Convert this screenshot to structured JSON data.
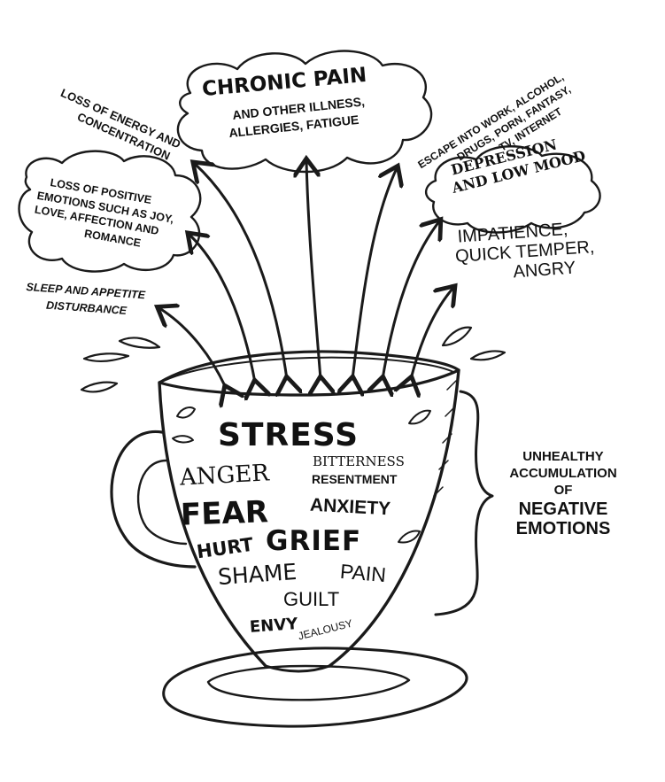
{
  "colors": {
    "ink": "#1a1a1a",
    "paper": "#ffffff"
  },
  "effects": [
    {
      "id": "loss-energy",
      "lines": [
        "LOSS OF ENERGY AND",
        "CONCENTRATION"
      ]
    },
    {
      "id": "chronic-pain",
      "title": "CHRONIC PAIN",
      "lines": [
        "AND OTHER ILLNESS,",
        "ALLERGIES, FATIGUE"
      ]
    },
    {
      "id": "escape",
      "lines": [
        "ESCAPE INTO WORK, ALCOHOL,",
        "DRUGS, PORN, FANTASY,",
        "TV, INTERNET"
      ]
    },
    {
      "id": "loss-positive",
      "lines": [
        "LOSS OF POSITIVE",
        "EMOTIONS SUCH AS JOY,",
        "LOVE, AFFECTION AND",
        "ROMANCE"
      ]
    },
    {
      "id": "depression",
      "lines": [
        "DEPRESSION",
        "AND LOW MOOD"
      ]
    },
    {
      "id": "impatience",
      "lines": [
        "IMPATIENCE,",
        "QUICK TEMPER,",
        "ANGRY"
      ]
    },
    {
      "id": "sleep",
      "lines": [
        "SLEEP AND APPETITE",
        "DISTURBANCE"
      ]
    }
  ],
  "cup_words": {
    "stress": "STRESS",
    "anger": "ANGER",
    "bitterness": "BITTERNESS",
    "resentment": "RESENTMENT",
    "fear": "FEAR",
    "anxiety": "ANXIETY",
    "hurt": "HURT",
    "grief": "GRIEF",
    "shame": "SHAME",
    "pain": "PAIN",
    "guilt": "GUILT",
    "envy": "ENVY",
    "jealousy": "JEALOUSY"
  },
  "bracket_label": {
    "line1": "UNHEALTHY",
    "line2": "ACCUMULATION",
    "line3": "OF",
    "line4": "NEGATIVE",
    "line5": "EMOTIONS"
  }
}
